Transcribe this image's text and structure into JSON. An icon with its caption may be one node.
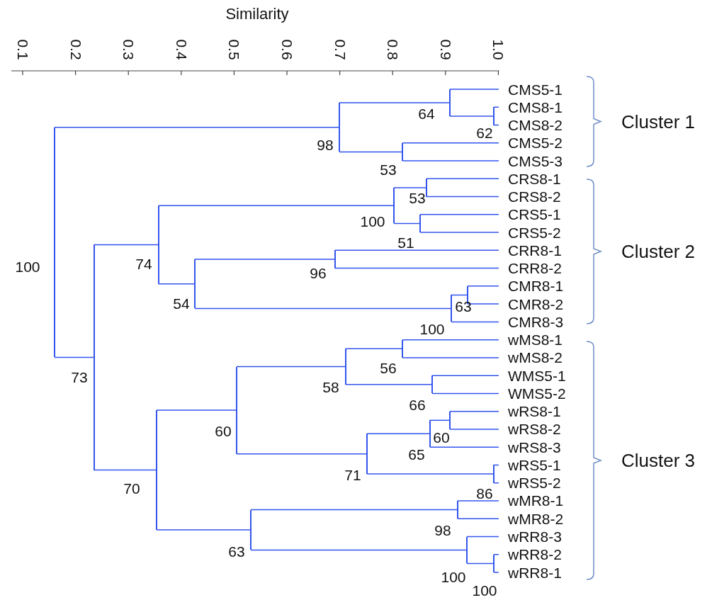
{
  "diagram": {
    "nodes": [
      {
        "text": [
          "CMS5-1"
        ]
      },
      {
        "text": [
          "CMS8-1"
        ]
      },
      {
        "text": [
          "CMS8-2"
        ]
      },
      {
        "text": [
          "CMS5-2"
        ]
      },
      {
        "text": [
          "CMS5-3"
        ]
      },
      {
        "text": [
          "CRS8-1"
        ]
      },
      {
        "text": [
          "CRS8-2"
        ]
      },
      {
        "text": [
          "CRS5-1"
        ]
      },
      {
        "text": [
          "CRS5-2"
        ]
      },
      {
        "text": [
          "CRR8-1"
        ]
      },
      {
        "text": [
          "CRR8-2"
        ]
      },
      {
        "text": [
          "CMR8-1"
        ]
      },
      {
        "text": [
          "CMR8-2"
        ]
      },
      {
        "text": [
          "CMR8-3"
        ]
      },
      {
        "text": [
          "wMS8-1"
        ]
      },
      {
        "text": [
          "wMS8-2"
        ]
      },
      {
        "text": [
          "WMS5-1"
        ]
      },
      {
        "text": [
          "WMS5-2"
        ]
      },
      {
        "text": [
          "wRS8-1"
        ]
      },
      {
        "text": [
          "wRS8-2"
        ]
      },
      {
        "text": [
          "wRS8-3"
        ]
      },
      {
        "text": [
          "wRS5-1"
        ]
      },
      {
        "text": [
          "wRS5-2"
        ]
      },
      {
        "text": [
          "wMR8-1"
        ]
      },
      {
        "text": [
          "wMR8-2"
        ]
      },
      {
        "text": [
          "wRR8-3"
        ]
      },
      {
        "text": [
          "wRR8-2"
        ]
      },
      {
        "text": [
          "wRR8-1"
        ]
      },
      {
        "text": [],
        "shape": "bar",
        "beside": [
          "62"
        ]
      },
      {
        "text": [],
        "shape": "bar",
        "beside": [
          "64"
        ]
      },
      {
        "text": [],
        "shape": "bar",
        "beside": [
          "53"
        ]
      },
      {
        "text": [],
        "shape": "bar",
        "beside": [
          "98"
        ]
      },
      {
        "text": [],
        "shape": "bar",
        "beside": [
          "53"
        ]
      },
      {
        "text": [],
        "shape": "bar",
        "beside": [
          "51"
        ]
      },
      {
        "text": [],
        "shape": "bar",
        "beside": [
          "100"
        ]
      },
      {
        "text": [],
        "shape": "bar",
        "beside": [
          "96"
        ]
      },
      {
        "text": [],
        "shape": "bar",
        "beside": [
          "63"
        ]
      },
      {
        "text": [],
        "shape": "bar",
        "beside": [
          "100"
        ]
      },
      {
        "text": [],
        "shape": "bar",
        "beside": [
          "54"
        ]
      },
      {
        "text": [],
        "shape": "bar",
        "beside": [
          "74"
        ]
      },
      {
        "text": [],
        "shape": "bar",
        "beside": [
          "56"
        ]
      },
      {
        "text": [],
        "shape": "bar",
        "beside": [
          "66"
        ]
      },
      {
        "text": [],
        "shape": "bar",
        "beside": [
          "58"
        ]
      },
      {
        "text": [],
        "shape": "bar",
        "beside": [
          "60"
        ]
      },
      {
        "text": [],
        "shape": "bar",
        "beside": [
          "65"
        ]
      },
      {
        "text": [],
        "shape": "bar",
        "beside": [
          "86"
        ]
      },
      {
        "text": [],
        "shape": "bar",
        "beside": [
          "71"
        ]
      },
      {
        "text": [],
        "shape": "bar",
        "beside": [
          "60"
        ]
      },
      {
        "text": [],
        "shape": "bar",
        "beside": [
          "98"
        ]
      },
      {
        "text": [],
        "shape": "bar",
        "beside": [
          "100"
        ]
      },
      {
        "text": [],
        "shape": "bar",
        "beside": [
          "100"
        ]
      },
      {
        "text": [],
        "shape": "bar",
        "beside": [
          "63"
        ]
      },
      {
        "text": [],
        "shape": "bar",
        "beside": [
          "70"
        ]
      },
      {
        "text": [],
        "shape": "bar",
        "beside": [
          "73"
        ]
      },
      {
        "text": [],
        "shape": "bar",
        "beside": [
          "100"
        ]
      }
    ],
    "edges": [
      {
        "from": 28,
        "to": 1,
        "arrow": "none"
      },
      {
        "from": 28,
        "to": 2,
        "arrow": "none"
      },
      {
        "from": 29,
        "to": 0,
        "arrow": "none"
      },
      {
        "from": 29,
        "to": 28,
        "arrow": "none"
      },
      {
        "from": 30,
        "to": 3,
        "arrow": "none"
      },
      {
        "from": 30,
        "to": 4,
        "arrow": "none"
      },
      {
        "from": 31,
        "to": 29,
        "arrow": "none"
      },
      {
        "from": 31,
        "to": 30,
        "arrow": "none"
      },
      {
        "from": 32,
        "to": 5,
        "arrow": "none"
      },
      {
        "from": 32,
        "to": 6,
        "arrow": "none"
      },
      {
        "from": 33,
        "to": 7,
        "arrow": "none"
      },
      {
        "from": 33,
        "to": 8,
        "arrow": "none"
      },
      {
        "from": 34,
        "to": 32,
        "arrow": "none"
      },
      {
        "from": 34,
        "to": 33,
        "arrow": "none"
      },
      {
        "from": 35,
        "to": 9,
        "arrow": "none"
      },
      {
        "from": 35,
        "to": 10,
        "arrow": "none"
      },
      {
        "from": 36,
        "to": 11,
        "arrow": "none"
      },
      {
        "from": 36,
        "to": 12,
        "arrow": "none"
      },
      {
        "from": 37,
        "to": 36,
        "arrow": "none"
      },
      {
        "from": 37,
        "to": 13,
        "arrow": "none"
      },
      {
        "from": 38,
        "to": 35,
        "arrow": "none"
      },
      {
        "from": 38,
        "to": 37,
        "arrow": "none"
      },
      {
        "from": 39,
        "to": 34,
        "arrow": "none"
      },
      {
        "from": 39,
        "to": 38,
        "arrow": "none"
      },
      {
        "from": 40,
        "to": 14,
        "arrow": "none"
      },
      {
        "from": 40,
        "to": 15,
        "arrow": "none"
      },
      {
        "from": 41,
        "to": 16,
        "arrow": "none"
      },
      {
        "from": 41,
        "to": 17,
        "arrow": "none"
      },
      {
        "from": 42,
        "to": 40,
        "arrow": "none"
      },
      {
        "from": 42,
        "to": 41,
        "arrow": "none"
      },
      {
        "from": 43,
        "to": 18,
        "arrow": "none"
      },
      {
        "from": 43,
        "to": 19,
        "arrow": "none"
      },
      {
        "from": 44,
        "to": 43,
        "arrow": "none"
      },
      {
        "from": 44,
        "to": 20,
        "arrow": "none"
      },
      {
        "from": 45,
        "to": 21,
        "arrow": "none"
      },
      {
        "from": 45,
        "to": 22,
        "arrow": "none"
      },
      {
        "from": 46,
        "to": 44,
        "arrow": "none"
      },
      {
        "from": 46,
        "to": 45,
        "arrow": "none"
      },
      {
        "from": 47,
        "to": 42,
        "arrow": "none"
      },
      {
        "from": 47,
        "to": 46,
        "arrow": "none"
      },
      {
        "from": 48,
        "to": 23,
        "arrow": "none"
      },
      {
        "from": 48,
        "to": 24,
        "arrow": "none"
      },
      {
        "from": 49,
        "to": 26,
        "arrow": "none"
      },
      {
        "from": 49,
        "to": 27,
        "arrow": "none"
      },
      {
        "from": 50,
        "to": 25,
        "arrow": "none"
      },
      {
        "from": 50,
        "to": 49,
        "arrow": "none"
      },
      {
        "from": 51,
        "to": 48,
        "arrow": "none"
      },
      {
        "from": 51,
        "to": 50,
        "arrow": "none"
      },
      {
        "from": 52,
        "to": 47,
        "arrow": "none"
      },
      {
        "from": 52,
        "to": 51,
        "arrow": "none"
      },
      {
        "from": 53,
        "to": 39,
        "arrow": "none"
      },
      {
        "from": 53,
        "to": 52,
        "arrow": "none"
      },
      {
        "from": 54,
        "to": 31,
        "arrow": "none"
      },
      {
        "from": 54,
        "to": 53,
        "arrow": "none"
      }
    ],
    "labels": [
      "Similarity",
      "0.1",
      "0.2",
      "0.3",
      "0.4",
      "0.5",
      "0.6",
      "0.7",
      "0.8",
      "0.9",
      "1.0",
      "Cluster 1",
      "Cluster 2",
      "Cluster 3"
    ]
  }
}
